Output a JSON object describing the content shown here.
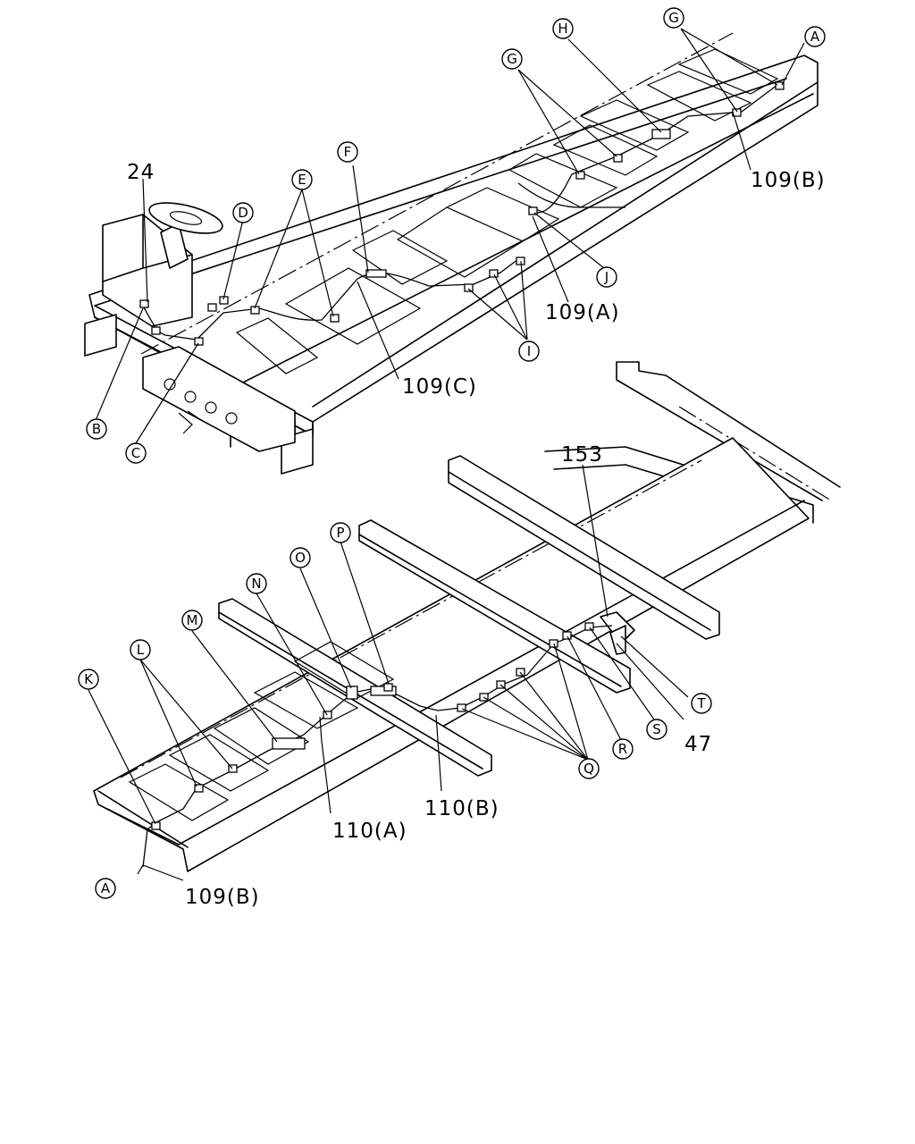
{
  "diagram": {
    "part_labels": [
      {
        "id": "24",
        "text": "24"
      },
      {
        "id": "109B-top",
        "text": "109(B)"
      },
      {
        "id": "109A",
        "text": "109(A)"
      },
      {
        "id": "109C",
        "text": "109(C)"
      },
      {
        "id": "153",
        "text": "153"
      },
      {
        "id": "47",
        "text": "47"
      },
      {
        "id": "110B",
        "text": "110(B)"
      },
      {
        "id": "110A",
        "text": "110(A)"
      },
      {
        "id": "109B-bottom",
        "text": "109(B)"
      }
    ],
    "callouts": [
      {
        "id": "A-top",
        "letter": "A"
      },
      {
        "id": "G-left",
        "letter": "G"
      },
      {
        "id": "H",
        "letter": "H"
      },
      {
        "id": "G-right",
        "letter": "G"
      },
      {
        "id": "F",
        "letter": "F"
      },
      {
        "id": "E",
        "letter": "E"
      },
      {
        "id": "D",
        "letter": "D"
      },
      {
        "id": "J",
        "letter": "J"
      },
      {
        "id": "I",
        "letter": "I"
      },
      {
        "id": "B",
        "letter": "B"
      },
      {
        "id": "C",
        "letter": "C"
      },
      {
        "id": "P",
        "letter": "P"
      },
      {
        "id": "O",
        "letter": "O"
      },
      {
        "id": "N",
        "letter": "N"
      },
      {
        "id": "M",
        "letter": "M"
      },
      {
        "id": "L",
        "letter": "L"
      },
      {
        "id": "K",
        "letter": "K"
      },
      {
        "id": "T",
        "letter": "T"
      },
      {
        "id": "S",
        "letter": "S"
      },
      {
        "id": "R",
        "letter": "R"
      },
      {
        "id": "Q",
        "letter": "Q"
      },
      {
        "id": "A-bottom",
        "letter": "A"
      }
    ]
  }
}
